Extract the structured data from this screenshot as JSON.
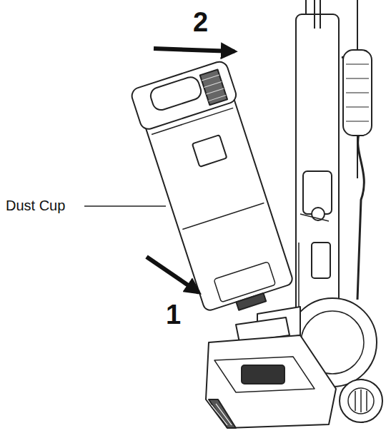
{
  "diagram": {
    "labels": [
      "2",
      "1",
      "Dust Cup"
    ]
  }
}
